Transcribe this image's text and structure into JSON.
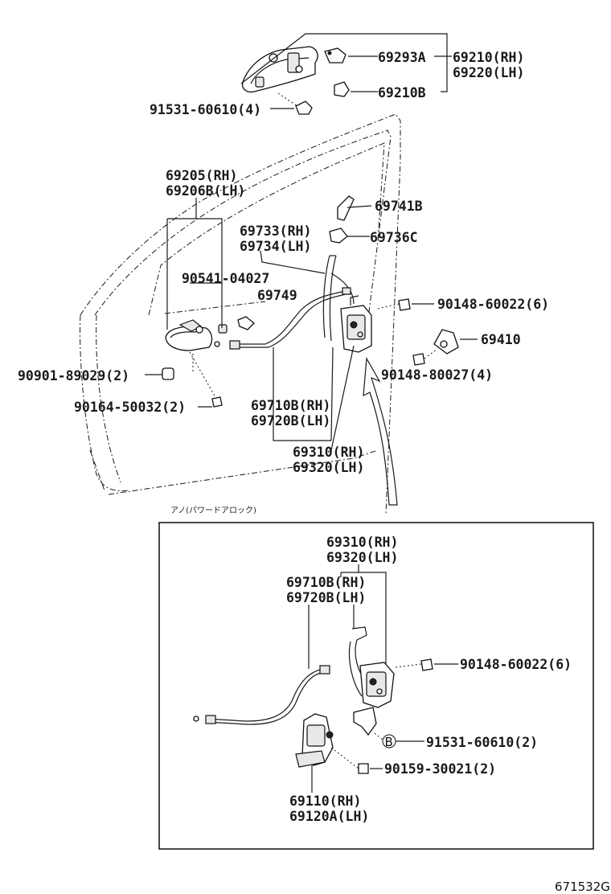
{
  "labels": {
    "p69293A": "69293A",
    "p69210": "69210(RH)",
    "p69220": "69220(LH)",
    "p69210B": "69210B",
    "p91531_top": "91531-60610(4)",
    "p69205": "69205(RH)",
    "p69206B": "69206B(LH)",
    "p69741B": "69741B",
    "p69733": "69733(RH)",
    "p69734": "69734(LH)",
    "p69736C": "69736C",
    "p90541": "90541-04027",
    "p69749": "69749",
    "p90148_top": "90148-60022(6)",
    "p69410": "69410",
    "p90148_80027": "90148-80027(4)",
    "p90901": "90901-89029(2)",
    "p90164": "90164-50032(2)",
    "p69710B_top": "69710B(RH)",
    "p69720B_top": "69720B(LH)",
    "p69310_top": "69310(RH)",
    "p69320_top": "69320(LH)"
  },
  "inset": {
    "title": "アノ(パワードアロック)",
    "p69310": "69310(RH)",
    "p69320": "69320(LH)",
    "p69710B": "69710B(RH)",
    "p69720B": "69720B(LH)",
    "p90148": "90148-60022(6)",
    "b_marker": "B",
    "p91531": "91531-60610(2)",
    "p90159": "90159-30021(2)",
    "p69110": "69110(RH)",
    "p69120A": "69120A(LH)"
  },
  "figure_code": "671532G"
}
